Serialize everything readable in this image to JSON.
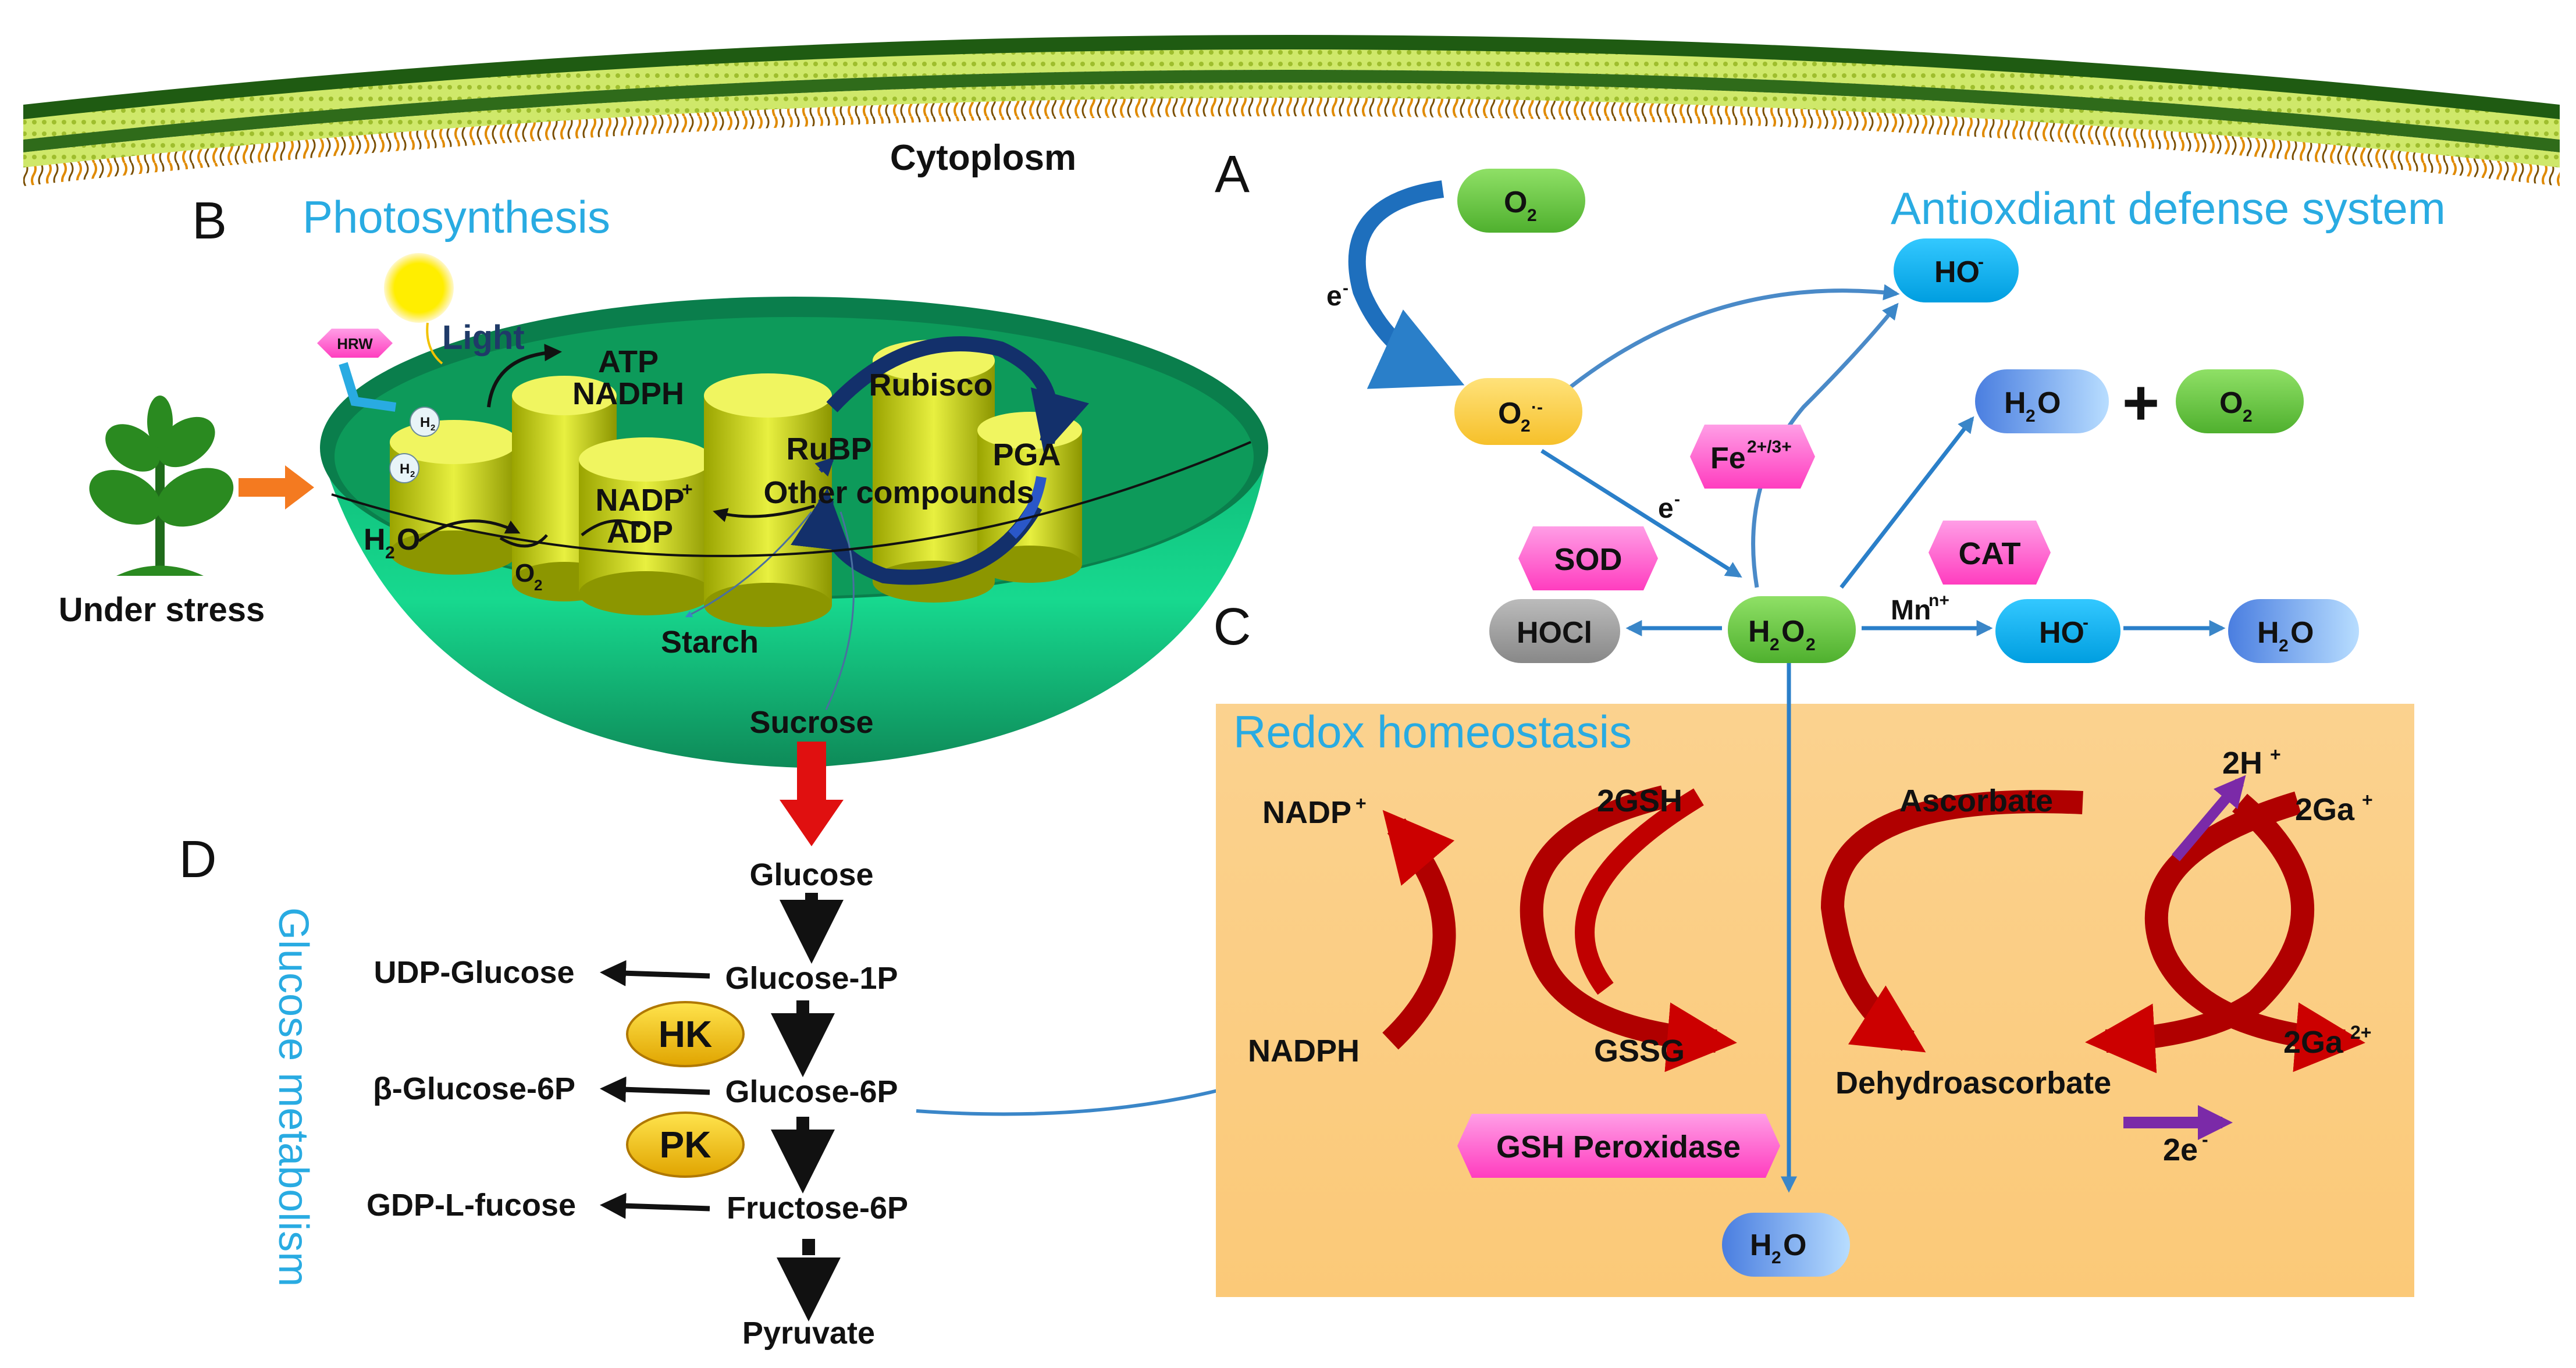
{
  "membrane": {
    "label": "Cytoplosm"
  },
  "section_labels": {
    "a": "A",
    "b": "B",
    "c": "C",
    "d": "D"
  },
  "section_titles": {
    "photosynthesis": "Photosynthesis",
    "antioxidant": "Antioxdiant defense system",
    "redox": "Redox homeostasis",
    "glucose": "Glucose metabolism"
  },
  "photosynthesis": {
    "under_stress": "Under stress",
    "hrw": "HRW",
    "h2": "H",
    "light": "Light",
    "atp": "ATP",
    "nadph": "NADPH",
    "nadp": "NADP",
    "adp": "ADP",
    "h2o": "H",
    "o2": "O",
    "rubisco": "Rubisco",
    "rubp": "RuBP",
    "pga": "PGA",
    "other_compounds": "Other compounds",
    "starch": "Starch",
    "sucrose": "Sucrose"
  },
  "antioxidant": {
    "o2": "O",
    "e1": "e",
    "superoxide": "O",
    "ho_top": "HO",
    "fe": "Fe",
    "fe_sup": "2+/3+",
    "e2": "e",
    "h2o_1": "H",
    "o2_2": "O",
    "plus": "+",
    "sod": "SOD",
    "cat": "CAT",
    "hocl": "HOCl",
    "h2o2": "H",
    "mn": "Mn",
    "mn_sup": "n+",
    "ho_mid": "HO",
    "h2o_2": "H"
  },
  "redox": {
    "nadp_plus": "NADP",
    "nadph": "NADPH",
    "gsh": "2GSH",
    "gssg": "GSSG",
    "ascorbate": "Ascorbate",
    "dehydroascorbate": "Dehydroascorbate",
    "h_plus": "2H",
    "ga_plus": "2Ga",
    "ga_2plus": "2Ga",
    "two_e": "2e",
    "gsh_peroxidase": "GSH Peroxidase",
    "h2o_bottom": "H"
  },
  "glucose": {
    "glucose": "Glucose",
    "glucose_1p": "Glucose-1P",
    "udp_glucose": "UDP-Glucose",
    "hk": "HK",
    "glucose_6p": "Glucose-6P",
    "beta_glucose_6p": "β-Glucose-6P",
    "pk": "PK",
    "fructose_6p": "Fructose-6P",
    "gdp_fucose": "GDP-L-fucose",
    "pyruvate": "Pyruvate"
  },
  "colors": {
    "green_node": "#6cc644",
    "yellow_node": "#ffd24c",
    "cyan_node": "#00b4f0",
    "blue_node": "#4a90e2",
    "pink_node": "#ff4fc8",
    "gray_node": "#999999",
    "redox_bg": "#fcd18c",
    "title_cyan": "#29abe2",
    "red_arrow": "#cc0000",
    "purple_arrow": "#7b2aa8",
    "chloroplast": "#12c98a",
    "thylakoid": "#d4e01a"
  }
}
